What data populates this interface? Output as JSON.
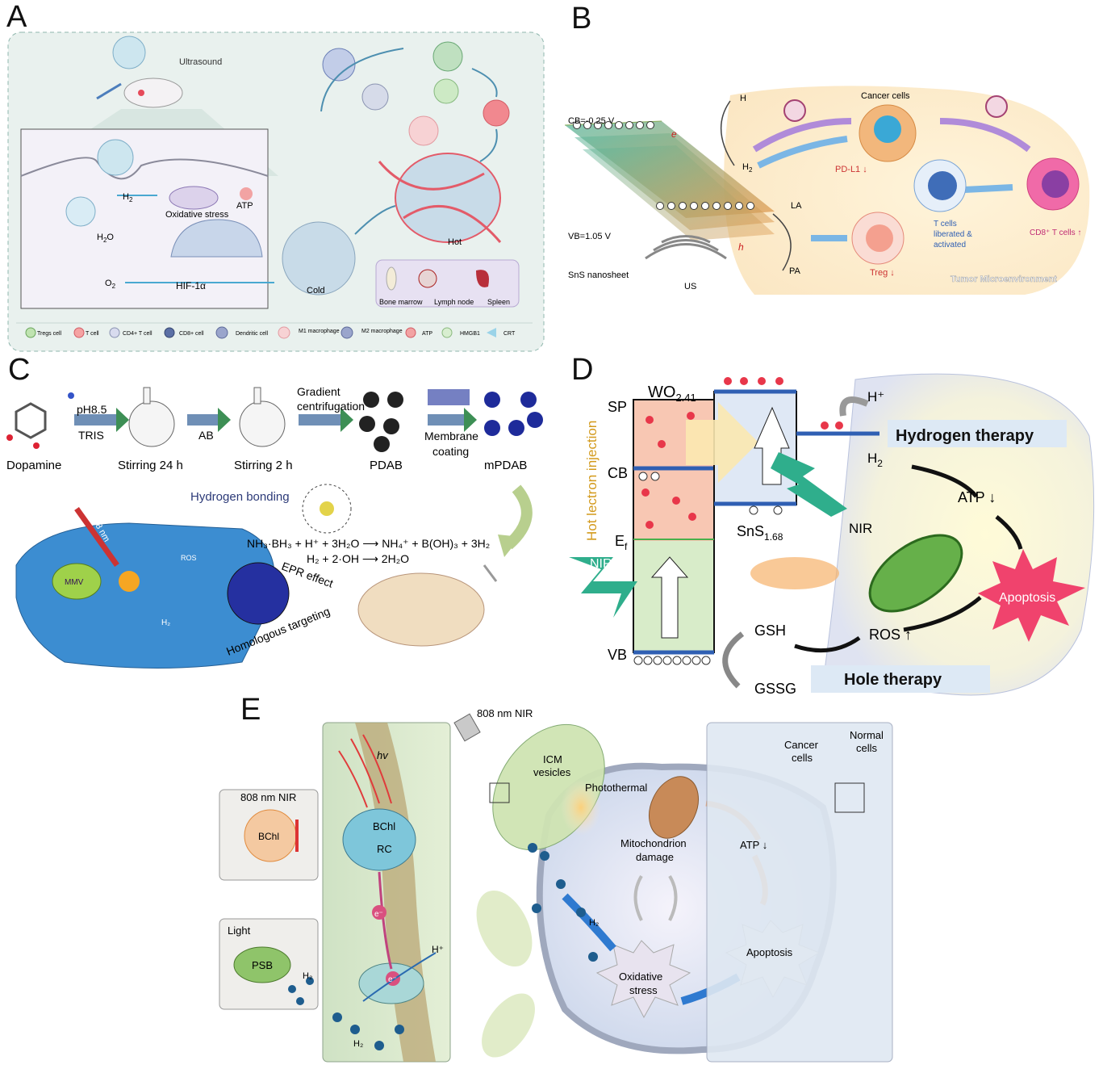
{
  "panels": {
    "a": {
      "letter": "A",
      "ultrasound": "Ultrasound",
      "h2": "H",
      "h2_sub": "2",
      "atp": "ATP",
      "oxidative_stress": "Oxidative stress",
      "h2o": "H",
      "h2o_sub": "2",
      "h2o_o": "O",
      "o2": "O",
      "o2_sub": "2",
      "hif": "HIF-1α",
      "cold": "Cold",
      "hot": "Hot",
      "organs": [
        "Bone marrow",
        "Lymph node",
        "Spleen"
      ],
      "legend": [
        "Tregs cell",
        "T cell",
        "CD4+ T cell",
        "CD8+ cell",
        "Dendritic cell",
        "M1 macrophage",
        "M2 macrophage",
        "ATP",
        "HMGB1",
        "CRT"
      ]
    },
    "b": {
      "letter": "B",
      "cb": "CB=-0.25 V",
      "vb": "VB=1.05 V",
      "e": "e",
      "h_plus": "h",
      "hplus_top": "H",
      "h2": "H",
      "h2_sub": "2",
      "la": "LA",
      "pa": "PA",
      "nanosheet": "SnS nanosheet",
      "us": "US",
      "cancer": "Cancer cells",
      "pdl1": "PD-L1 ↓",
      "tcells": "T cells",
      "liberated": "liberated &",
      "activated": "activated",
      "cd8": "CD8⁺ T cells ↑",
      "treg": "Treg ↓",
      "tme": "Tumor Microenvironment"
    },
    "c": {
      "letter": "C",
      "dopamine": "Dopamine",
      "ph": "pH8.5",
      "tris": "TRIS",
      "stir24": "Stirring 24 h",
      "ab": "AB",
      "stir2": "Stirring 2 h",
      "gradient": "Gradient",
      "centrifugation": "centrifugation",
      "pdab": "PDAB",
      "membrane": "Membrane",
      "coating": "coating",
      "mpdab": "mPDAB",
      "hbond": "Hydrogen bonding",
      "eq1": "NH₃·BH₃ + H⁺ + 3H₂O ⟶ NH₄⁺ + B(OH)₃ + 3H₂",
      "eq2": "H₂ + 2·OH ⟶ 2H₂O",
      "epr": "EPR effect",
      "homologous": "Homologous targeting",
      "nm": "808 nm",
      "ros": "ROS",
      "mm": "MMV",
      "h2": "H₂"
    },
    "d": {
      "letter": "D",
      "wo": "WO",
      "wo_sub": "2.41",
      "sp": "SP",
      "cb": "CB",
      "ef": "E",
      "ef_sub": "f",
      "vb": "VB",
      "hot": "Hot lectron injection",
      "nir_left": "NIR",
      "nir_right": "NIR",
      "sns": "SnS",
      "sns_sub": "1.68",
      "hplus": "H⁺",
      "h2": "H",
      "h2_sub": "2",
      "hydrogen": "Hydrogen therapy",
      "atp": "ATP ↓",
      "apoptosis": "Apoptosis",
      "gsh": "GSH",
      "ros": "ROS ↑",
      "gssg": "GSSG",
      "hole": "Hole therapy"
    },
    "e": {
      "letter": "E",
      "nir_top": "808 nm NIR",
      "nir_box": "808 nm NIR",
      "bchl_box": "BChl",
      "light": "Light",
      "psb": "PSB",
      "h2_psb": "H₂",
      "hv": "hv",
      "bchl": "BChl",
      "rc": "RC",
      "e1": "e⁻",
      "e2": "e⁻",
      "hplus": "H⁺",
      "h2_mem": "H₂",
      "icm": "ICM",
      "vesicles": "vesicles",
      "photothermal": "Photothermal",
      "mito": "Mitochondrion",
      "damage": "damage",
      "atp": "ATP ↓",
      "h2_cell": "H₂",
      "oxidative": "Oxidative",
      "stress": "stress",
      "apoptosis": "Apoptosis",
      "cancer": "Cancer",
      "cells1": "cells",
      "normal": "Normal",
      "cells2": "cells"
    }
  },
  "colors": {
    "panel_a_bg": "#e9f1ee",
    "panel_b_tme": "#fdf1d9",
    "nir_green": "#2fae8c",
    "apoptosis_pink": "#f0436d",
    "band_blue": "#2f5fb3",
    "electron_red": "#e8374a",
    "hydrogen_box": "#dde9f5"
  }
}
